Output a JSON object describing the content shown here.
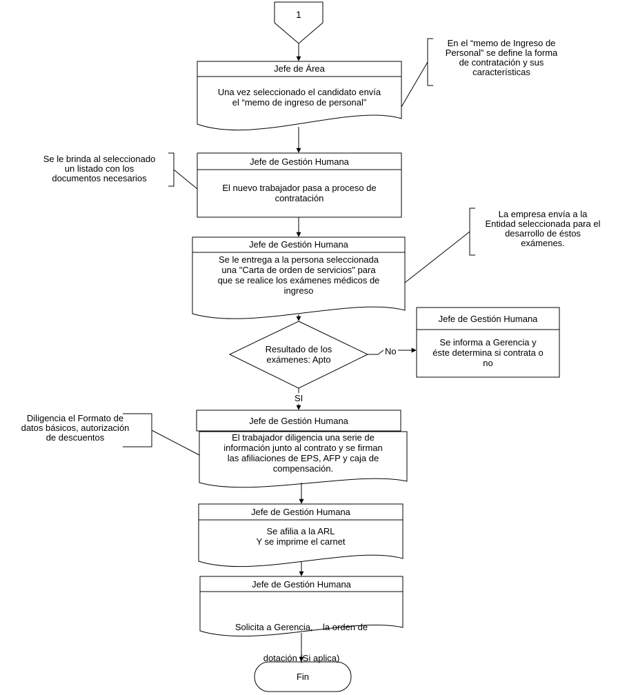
{
  "connector": {
    "label": "1"
  },
  "steps": [
    {
      "header": "Jefe de Área",
      "lines": [
        "Una vez seleccionado el candidato envía",
        "el “memo de ingreso de personal”"
      ]
    },
    {
      "header": "Jefe de Gestión Humana",
      "lines": [
        "El nuevo trabajador pasa a proceso de",
        "contratación"
      ]
    },
    {
      "header": "Jefe de Gestión Humana",
      "lines": [
        "Se le entrega a la persona seleccionada",
        "una \"Carta de orden de servicios\" para",
        "que se realice los exámenes médicos de",
        "ingreso"
      ]
    },
    {
      "header": "Jefe de Gestión Humana",
      "lines": [
        "El trabajador diligencia una serie de",
        "información junto al contrato y se firman",
        "las afiliaciones de EPS, AFP y caja de",
        "compensación."
      ]
    },
    {
      "header": "Jefe de Gestión Humana",
      "lines": [
        "Se afilia a la ARL",
        "Y se imprime el carnet"
      ]
    },
    {
      "header": "Jefe de Gestión Humana",
      "lines": [
        "Solicita a Gerencia,    la orden de",
        "dotación (Si aplica)"
      ]
    }
  ],
  "decision": {
    "lines": [
      "Resultado de los",
      "exámenes: Apto"
    ],
    "yes_label": "SI",
    "no_label": "No"
  },
  "side_process": {
    "header": "Jefe de Gestión Humana",
    "lines": [
      "Se informa a Gerencia y",
      "éste determina si contrata o",
      "no"
    ]
  },
  "annotations": [
    {
      "lines": [
        "En el “memo de Ingreso de",
        "Personal” se define la forma",
        "de contratación y sus",
        "características"
      ]
    },
    {
      "lines": [
        "Se le brinda al seleccionado",
        "un listado con los",
        "documentos necesarios"
      ]
    },
    {
      "lines": [
        "La empresa envía a la",
        "Entidad seleccionada para el",
        "desarrollo de éstos",
        "exámenes."
      ]
    },
    {
      "lines": [
        "Diligencia el Formato de",
        "datos básicos, autorización",
        "de descuentos"
      ]
    }
  ],
  "terminator": {
    "label": "Fin"
  }
}
